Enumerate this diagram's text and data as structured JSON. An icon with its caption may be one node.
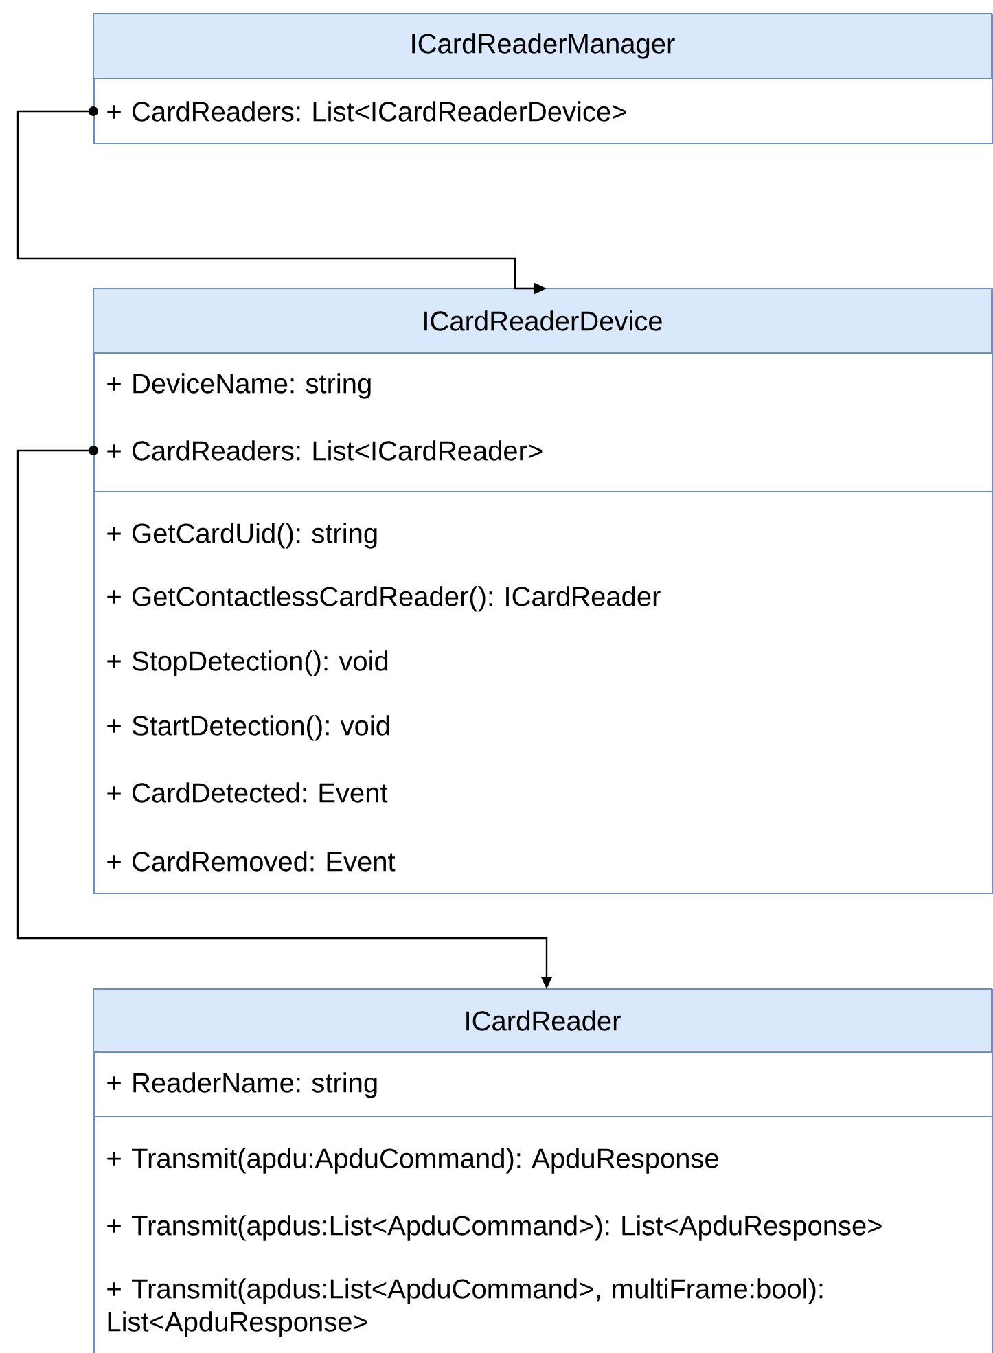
{
  "diagram": {
    "nodes": [
      {
        "text": [
          "ICardReaderManager"
        ]
      },
      {
        "text": [
          "+ CardReaders: List<ICardReaderDevice>"
        ],
        "in": 0
      },
      {
        "text": [
          "ICardReaderDevice"
        ]
      },
      {
        "text": [
          "+ DeviceName: string"
        ],
        "in": 2
      },
      {
        "text": [
          "+ CardReaders: List<ICardReader>"
        ],
        "in": 2
      },
      {
        "text": [
          "+ GetCardUid(): string"
        ],
        "in": 2
      },
      {
        "text": [
          "+ GetContactlessCardReader(): ICardReader"
        ],
        "in": 2
      },
      {
        "text": [
          "+ StopDetection(): void"
        ],
        "in": 2
      },
      {
        "text": [
          "+ StartDetection(): void"
        ],
        "in": 2
      },
      {
        "text": [
          "+ CardDetected: Event"
        ],
        "in": 2
      },
      {
        "text": [
          "+ CardRemoved: Event"
        ],
        "in": 2
      },
      {
        "text": [
          "ICardReader"
        ]
      },
      {
        "text": [
          "+ ReaderName: string"
        ],
        "in": 11
      },
      {
        "text": [
          "+ Transmit(apdu:ApduCommand): ApduResponse"
        ],
        "in": 11
      },
      {
        "text": [
          "+ Transmit(apdus:List<ApduCommand>): List<ApduResponse>"
        ],
        "in": 11
      },
      {
        "text": [
          "+ Transmit(apdus:List<ApduCommand>, multiFrame:bool): List<ApduResponse>"
        ],
        "in": 11
      }
    ],
    "edges": [
      {
        "from": 1,
        "to": 2,
        "arrow": "to"
      },
      {
        "from": 4,
        "to": 11,
        "arrow": "to"
      }
    ]
  }
}
